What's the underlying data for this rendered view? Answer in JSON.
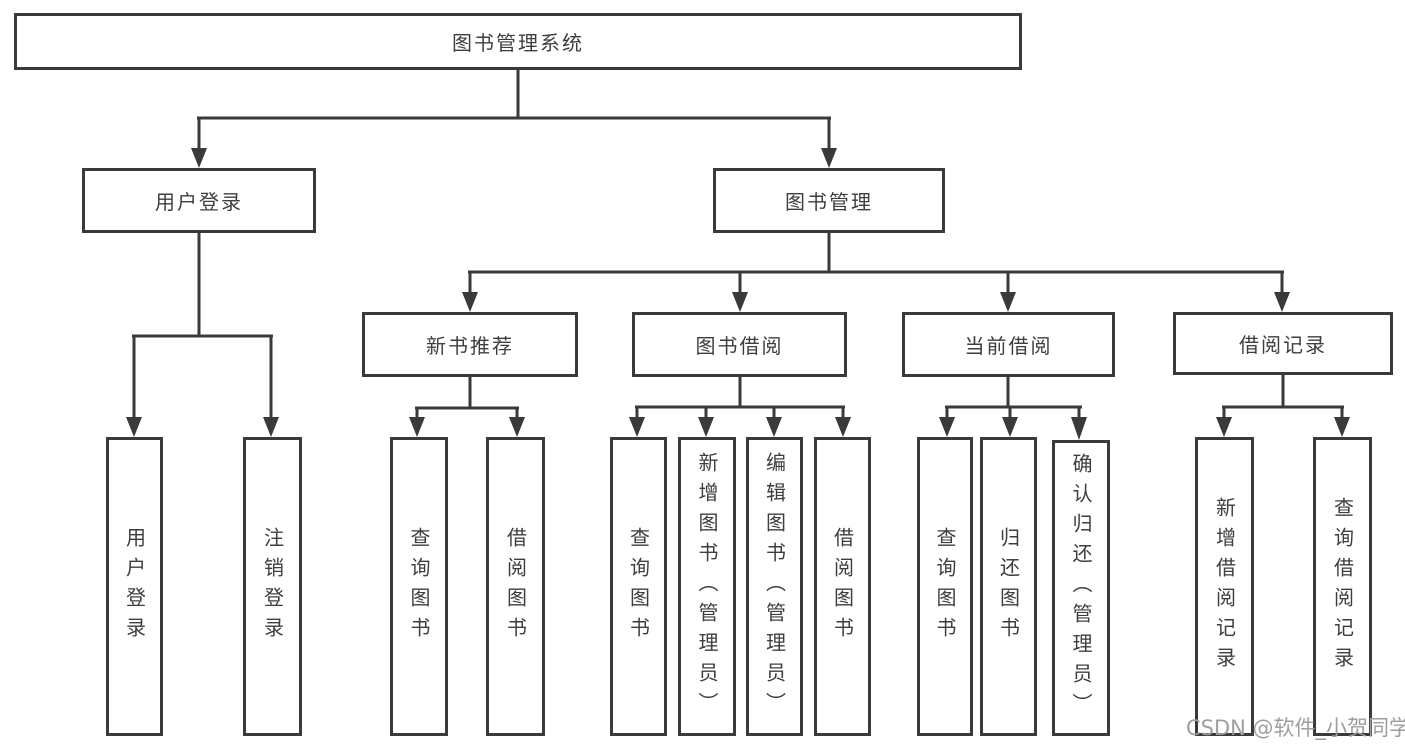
{
  "colors": {
    "line": "#3a3a3a",
    "box_border": "#3a3a3a",
    "text": "#3e3e3e",
    "background": "#ffffff",
    "watermark": "#9e9e9e"
  },
  "tree": {
    "root": "图书管理系统",
    "branches": [
      {
        "label": "用户登录",
        "children": [
          "用户登录",
          "注销登录"
        ]
      },
      {
        "label": "图书管理",
        "groups": [
          {
            "label": "新书推荐",
            "children": [
              "查询图书",
              "借阅图书"
            ]
          },
          {
            "label": "图书借阅",
            "children": [
              "查询图书",
              "新增图书（管理员）",
              "编辑图书（管理员）",
              "借阅图书"
            ]
          },
          {
            "label": "当前借阅",
            "children": [
              "查询图书",
              "归还图书",
              "确认归还（管理员）"
            ]
          },
          {
            "label": "借阅记录",
            "children": [
              "新增借阅记录",
              "查询借阅记录"
            ]
          }
        ]
      }
    ]
  },
  "watermark": "CSDN @软件_小贺同学"
}
